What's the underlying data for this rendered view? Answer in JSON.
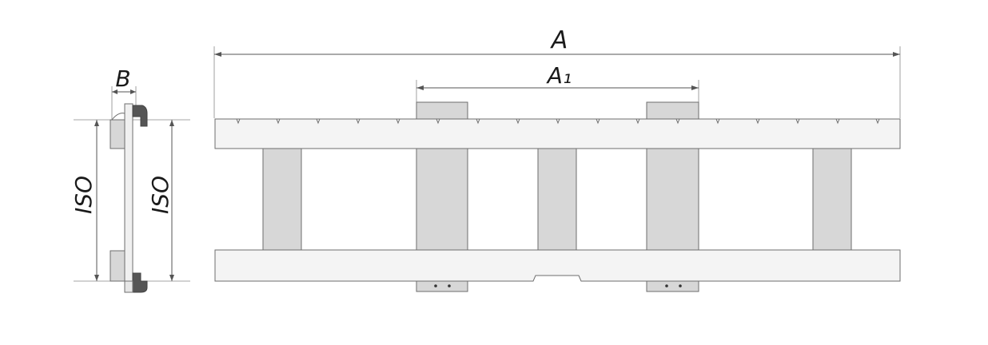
{
  "labels": {
    "overall_width": "A",
    "inner_width": "A₁",
    "depth": "B",
    "height_left": "ISO",
    "height_right": "ISO"
  },
  "colors": {
    "bar_fill": "#f4f4f4",
    "upright_fill": "#d7d7d7",
    "profile_dark": "#555555",
    "stroke": "#6e6e6e",
    "dimension_line": "#555555"
  }
}
